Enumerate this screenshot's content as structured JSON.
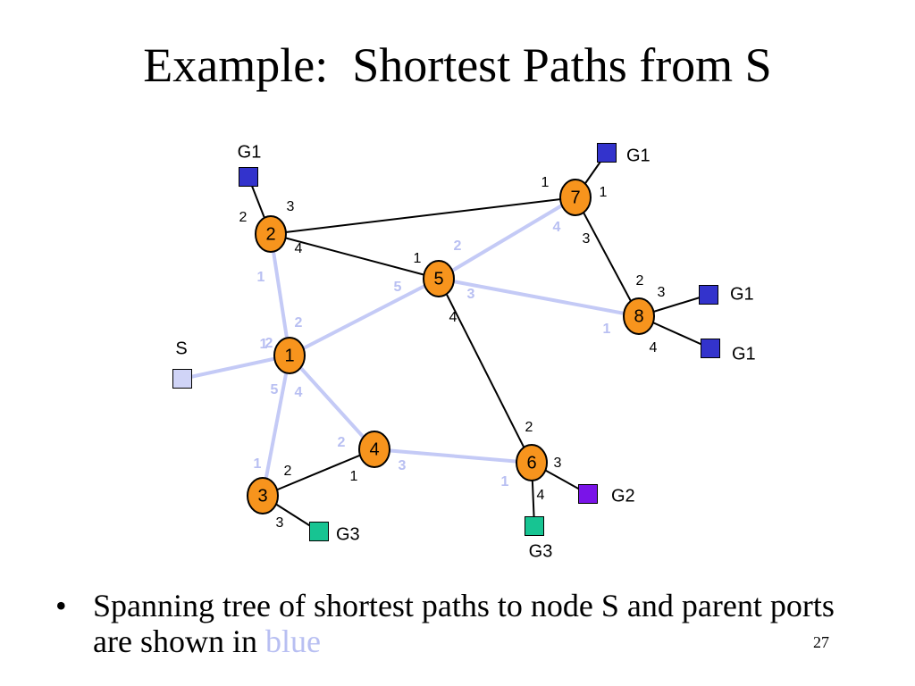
{
  "title": "Example:  Shortest Paths from S",
  "colors": {
    "tree_edge": "#c4caf6",
    "tree_port_label": "#b8bff2",
    "normal_edge": "#000000",
    "node_fill": "#f7941d",
    "node_stroke": "#000000",
    "host_G1": "#3333cc",
    "host_G2": "#7a14e8",
    "host_G3": "#17c492",
    "host_S": "#d0d4f7"
  },
  "nodes": [
    {
      "id": "1",
      "label": "1"
    },
    {
      "id": "2",
      "label": "2"
    },
    {
      "id": "3",
      "label": "3"
    },
    {
      "id": "4",
      "label": "4"
    },
    {
      "id": "5",
      "label": "5"
    },
    {
      "id": "6",
      "label": "6"
    },
    {
      "id": "7",
      "label": "7"
    },
    {
      "id": "8",
      "label": "8"
    }
  ],
  "hosts": [
    {
      "id": "S",
      "label": "S",
      "group": "S"
    },
    {
      "id": "G1a",
      "label": "G1",
      "group": "G1"
    },
    {
      "id": "G1b",
      "label": "G1",
      "group": "G1"
    },
    {
      "id": "G1c",
      "label": "G1",
      "group": "G1"
    },
    {
      "id": "G1d",
      "label": "G1",
      "group": "G1"
    },
    {
      "id": "G2",
      "label": "G2",
      "group": "G2"
    },
    {
      "id": "G3a",
      "label": "G3",
      "group": "G3"
    },
    {
      "id": "G3b",
      "label": "G3",
      "group": "G3"
    }
  ],
  "edges": [
    {
      "from": "2",
      "to": "7",
      "from_port": "3",
      "to_port": "1",
      "in_tree": false
    },
    {
      "from": "2",
      "to": "5",
      "from_port": "4",
      "to_port": "1",
      "in_tree": false
    },
    {
      "from": "2",
      "to": "1",
      "from_port": "1",
      "to_port": "2",
      "in_tree": true
    },
    {
      "from": "5",
      "to": "7",
      "from_port": "2",
      "to_port": "4",
      "in_tree": true
    },
    {
      "from": "1",
      "to": "5",
      "from_port": "2",
      "to_port": "5",
      "in_tree": true
    },
    {
      "from": "5",
      "to": "8",
      "from_port": "3",
      "to_port": "1",
      "in_tree": true
    },
    {
      "from": "5",
      "to": "6",
      "from_port": "4",
      "to_port": "2",
      "in_tree": false
    },
    {
      "from": "7",
      "to": "8",
      "from_port": "3",
      "to_port": "2",
      "in_tree": false
    },
    {
      "from": "1",
      "to": "4",
      "from_port": "4",
      "to_port": "2",
      "in_tree": true
    },
    {
      "from": "1",
      "to": "3",
      "from_port": "5",
      "to_port": "1",
      "in_tree": true
    },
    {
      "from": "3",
      "to": "4",
      "from_port": "2",
      "to_port": "1",
      "in_tree": false
    },
    {
      "from": "4",
      "to": "6",
      "from_port": "3",
      "to_port": "1",
      "in_tree": true
    },
    {
      "from": "1",
      "to": "S",
      "from_port": "1",
      "to_port": "",
      "in_tree": true
    },
    {
      "from": "2",
      "to": "G1a",
      "from_port": "2",
      "to_port": "",
      "in_tree": false
    },
    {
      "from": "7",
      "to": "G1b",
      "from_port": "1",
      "to_port": "",
      "in_tree": false
    },
    {
      "from": "8",
      "to": "G1c",
      "from_port": "3",
      "to_port": "",
      "in_tree": false
    },
    {
      "from": "8",
      "to": "G1d",
      "from_port": "4",
      "to_port": "",
      "in_tree": false
    },
    {
      "from": "6",
      "to": "G2",
      "from_port": "3",
      "to_port": "",
      "in_tree": false
    },
    {
      "from": "6",
      "to": "G3b",
      "from_port": "4",
      "to_port": "",
      "in_tree": false
    },
    {
      "from": "3",
      "to": "G3a",
      "from_port": "3",
      "to_port": "",
      "in_tree": false
    }
  ],
  "bullet": {
    "marker": "•",
    "text_before": "Spanning tree of shortest paths to node S and parent ports are shown in ",
    "highlight": "blue"
  },
  "page_number": "27"
}
